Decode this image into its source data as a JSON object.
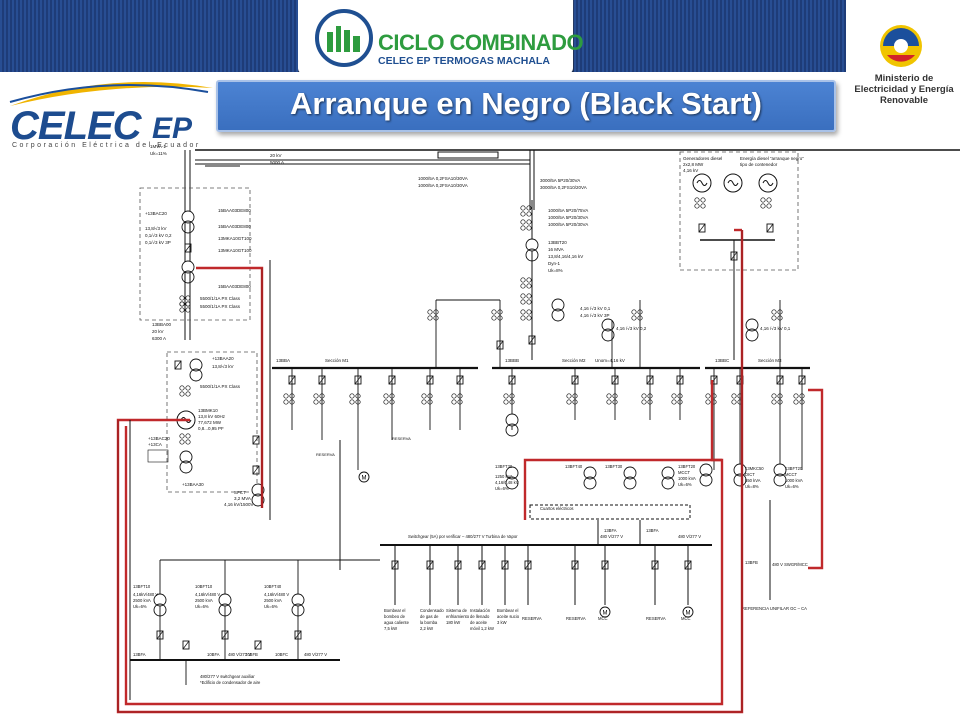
{
  "header": {
    "logo_center_title": "CICLO COMBINADO",
    "logo_center_subtitle": "CELEC EP TERMOGAS MACHALA",
    "logo_right_text": "Ministerio de Electricidad y Energía Renovable",
    "logo_left_name": "CELEC",
    "logo_left_suffix": "EP",
    "logo_left_subtitle": "Corporación Eléctrica del Ecuador"
  },
  "slide": {
    "title": "Arranque en Negro (Black Start)"
  },
  "diagram": {
    "top_left_labels": [
      "1MVA-1",
      "Uk=11%",
      "20 kV",
      "5000 A"
    ],
    "breaker_labels": [
      "1000/5A 0,2FSA10/30VA",
      "1000/5A 0,2FSA10/30VA",
      "3000/5A 5P20/30VA",
      "3000/5A 0,2FS10/20VA",
      "1000/5A 5P20/75VA",
      "1000/5A 5P20/30VA",
      "1000/5A 5P20/30VA"
    ],
    "main_transformer": [
      "13BBT20",
      "16 MVA",
      "13,8/4,16/4,16 kV",
      "Dyn-1",
      "Uk=8%"
    ],
    "section_labels": [
      "13BBA",
      "Sección M1",
      "13BBB",
      "Sección M2",
      "13BBC",
      "Sección M3"
    ],
    "bus_note": "Unom=4,16 kV",
    "diesel_generators": [
      "Generadores diesel",
      "2x2,8 MW",
      "4,16 kV"
    ],
    "black_energy": [
      "Energía diesel “arranque negro”",
      "tipo de contenedor"
    ],
    "generator_block": [
      "13BMK10",
      "13,8 kV 60Hz",
      "77,672 MW",
      "0,8...0,95 PF"
    ],
    "left_panel_labels": [
      "+13BAC20",
      "13,8/√3 kV",
      "0,1/√3 kV 0,2",
      "0,1/√3 kV 3P",
      "15BAA03DE800",
      "15BAA03DE800",
      "13MKA10GT100",
      "13MKA10GT100"
    ],
    "left_lower_labels": [
      "13BBA00",
      "20 kV",
      "6300 A",
      "+13BAA20",
      "13,8/√3 kV"
    ],
    "upper_left_labels": [
      "13BBA00",
      "15BAA03DE800",
      "5500/1/1A PX Class",
      "5500/1/1A PX Class"
    ],
    "mid_transformers": [
      "13BFT30",
      "1250 kVA",
      "4,16/0,48 kV",
      "Uk=6%",
      "13BFT40",
      "13BFT30",
      "13BFT20",
      "13BFT10"
    ],
    "vt_labels": [
      "4,16 /√3 kV 0,1",
      "4,16 /√3 kV 0,2",
      "4,16 /√3 kV 3P"
    ],
    "switchgear_note": "Switchgear (5A) por verificar – 480/277 V Turbina de Vapor",
    "cuarto_label": "Cuartos eléctricos",
    "lv_bus_labels": [
      "480 V/277 V",
      "480 V/277 V",
      "480 V/277 V"
    ],
    "lower_transformers": [
      "13BFT10",
      "10BFT10",
      "10BFT40",
      "4,16kV/480 V",
      "2500 kVA",
      "Uk=6%"
    ],
    "lower_bus": [
      "13BFA",
      "10BFA",
      "10BFB",
      "10BFC",
      "480 V/277 V"
    ],
    "switchgear_aux": [
      "480/277 V switchgear auxiliar",
      "*Edificio de condensador de aire"
    ],
    "loads": [
      "Bombear el bombeo de agua caliente 7,5 kW",
      "Condensado de gas de la bomba 2,2 kW",
      "Sistema de enfriamiento 180 kW",
      "Instalación de llenado de aceite móvil 1,2 kW",
      "Bombear el aceite sucio 3 kW",
      "RESERVA",
      "RESERVA",
      "MCC",
      "RESERVA",
      "MCC"
    ],
    "right_feeders": [
      "13MKC50",
      "DICT",
      "550 kVA",
      "Uk=8%",
      "13BFT20",
      "MCCT",
      "1000 kVA",
      "Uk=6%"
    ],
    "right_bus_note": "480 V SWGR/MCC",
    "reference_note": "REFERENCIA UNIFILAR GC – CA",
    "reserva_labels": [
      "RESERVA",
      "RESERVA",
      "RESERVA"
    ],
    "small_labels": [
      "13BFB",
      "13BFA",
      "13BFB",
      "SFCT",
      "3,2 MVA",
      "4,16 kV/1500V"
    ],
    "colors": {
      "path_red": "#c0292b",
      "diagram_line": "#111111",
      "header_blue": "#3a6fbf",
      "logo_blue": "#1d4c8f",
      "logo_green": "#2e9c3f"
    }
  }
}
